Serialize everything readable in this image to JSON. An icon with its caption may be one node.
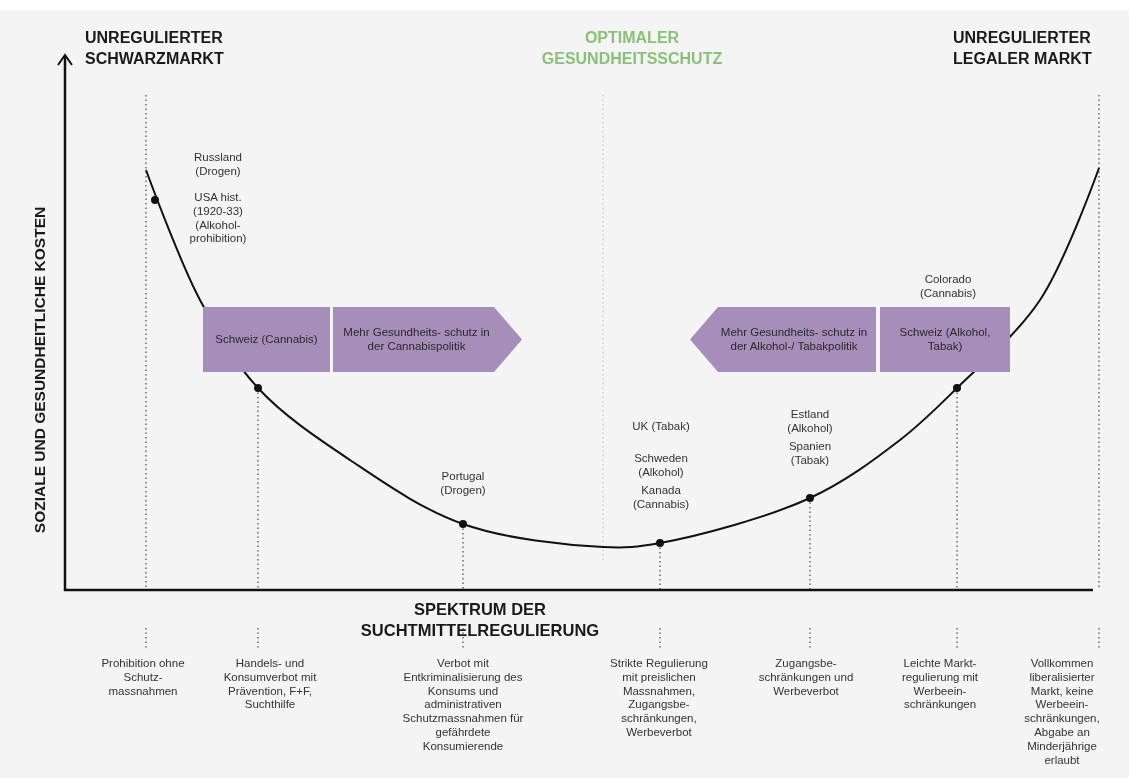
{
  "diagram": {
    "nodes": [
      {
        "text": [
          "Schweiz (Cannabis)"
        ]
      },
      {
        "text": [
          "Mehr Gesundheits- schutz in der Cannabispolitik"
        ]
      },
      {
        "text": [
          "Mehr Gesundheits- schutz in der Alkohol-/ Tabakpolitik"
        ]
      },
      {
        "text": [
          "Schweiz (Alkohol, Tabak)"
        ]
      }
    ],
    "labels": [
      "UNREGULIERTER SCHWARZMARKT",
      "OPTIMALER GESUNDHEITSSCHUTZ",
      "UNREGULIERTER LEGALER MARKT",
      "Russland (Drogen)",
      "USA hist. (1920-33) (Alkohol- prohibition)",
      "Colorado (Cannabis)",
      "Portugal (Drogen)",
      "UK (Tabak)",
      "Schweden (Alkohol)",
      "Kanada (Cannabis)",
      "Estland (Alkohol)",
      "Spanien (Tabak)",
      "SOZIALE UND GESUNDHEITLICHE KOSTEN",
      "SPEKTRUM DER SUCHTMITTELREGULIERUNG",
      "Prohibition ohne Schutz- massnahmen",
      "Handels- und Konsumverbot mit Prävention, F+F, Suchthilfe",
      "Verbot mit Entkriminalisierung des Konsums und administrativen Schutzmassnahmen für gefährdete Konsumierende",
      "Strikte Regulierung mit preislichen Massnahmen, Zugangsbe- schränkungen, Werbeverbot",
      "Zugangsbe- schränkungen und Werbeverbot",
      "Leichte Markt- regulierung mit Werbeein- schränkungen",
      "Vollkommen liberalisierter Markt, keine Werbeein- schränkungen, Abgabe an Minderjährige erlaubt"
    ]
  }
}
